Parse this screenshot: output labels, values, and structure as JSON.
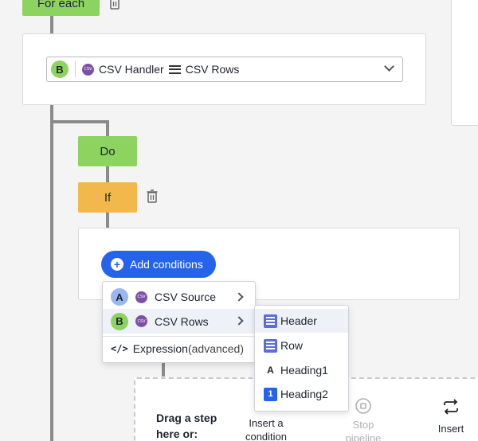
{
  "steps": {
    "for_each_label": "For each",
    "do_label": "Do",
    "if_label": "If"
  },
  "select": {
    "badge": "B",
    "source_name": "CSV Handler",
    "field_name": "CSV Rows",
    "csv_icon_text": "CSV"
  },
  "add_conditions": {
    "label": "Add conditions"
  },
  "menu": {
    "items": [
      {
        "badge": "A",
        "label": "CSV Source"
      },
      {
        "badge": "B",
        "label": "CSV Rows"
      }
    ],
    "expression_label": "Expression",
    "expression_suffix": "(advanced)"
  },
  "submenu": {
    "items": [
      {
        "label": "Header",
        "icon": "list-icon"
      },
      {
        "label": "Row",
        "icon": "list-icon"
      },
      {
        "label": "Heading1",
        "icon": "letter-icon",
        "glyph": "A"
      },
      {
        "label": "Heading2",
        "icon": "number-icon",
        "glyph": "1"
      }
    ]
  },
  "drop_zone": {
    "drag_text_line1": "Drag a step",
    "drag_text_line2": "here or:",
    "insert_condition_line1": "Insert a",
    "insert_condition_line2": "condition",
    "stop_line1": "Stop",
    "stop_line2": "pipeline",
    "insert_loop": "Insert"
  },
  "colors": {
    "step_green": "#8dd35f",
    "step_yellow": "#f2b84b",
    "primary_blue": "#2563eb",
    "list_icon": "#5b6cdc",
    "csv_icon": "#7c4fa8"
  }
}
